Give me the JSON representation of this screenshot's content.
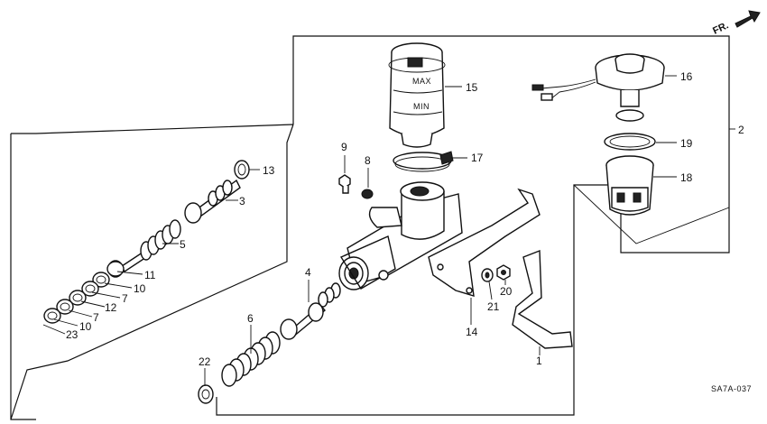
{
  "diagram": {
    "direction_label": "FR.",
    "drawing_code": "SA7A-037",
    "reservoir_markings": {
      "max": "MAX",
      "min": "MIN"
    },
    "callouts": {
      "c1": "1",
      "c2": "2",
      "c3": "3",
      "c4": "4",
      "c5": "5",
      "c6": "6",
      "c7a": "7",
      "c7b": "7",
      "c8": "8",
      "c9": "9",
      "c10a": "10",
      "c10b": "10",
      "c11": "11",
      "c12": "12",
      "c13": "13",
      "c14": "14",
      "c15": "15",
      "c16": "16",
      "c17": "17",
      "c18": "18",
      "c19": "19",
      "c20": "20",
      "c21": "21",
      "c22": "22",
      "c23": "23"
    }
  }
}
